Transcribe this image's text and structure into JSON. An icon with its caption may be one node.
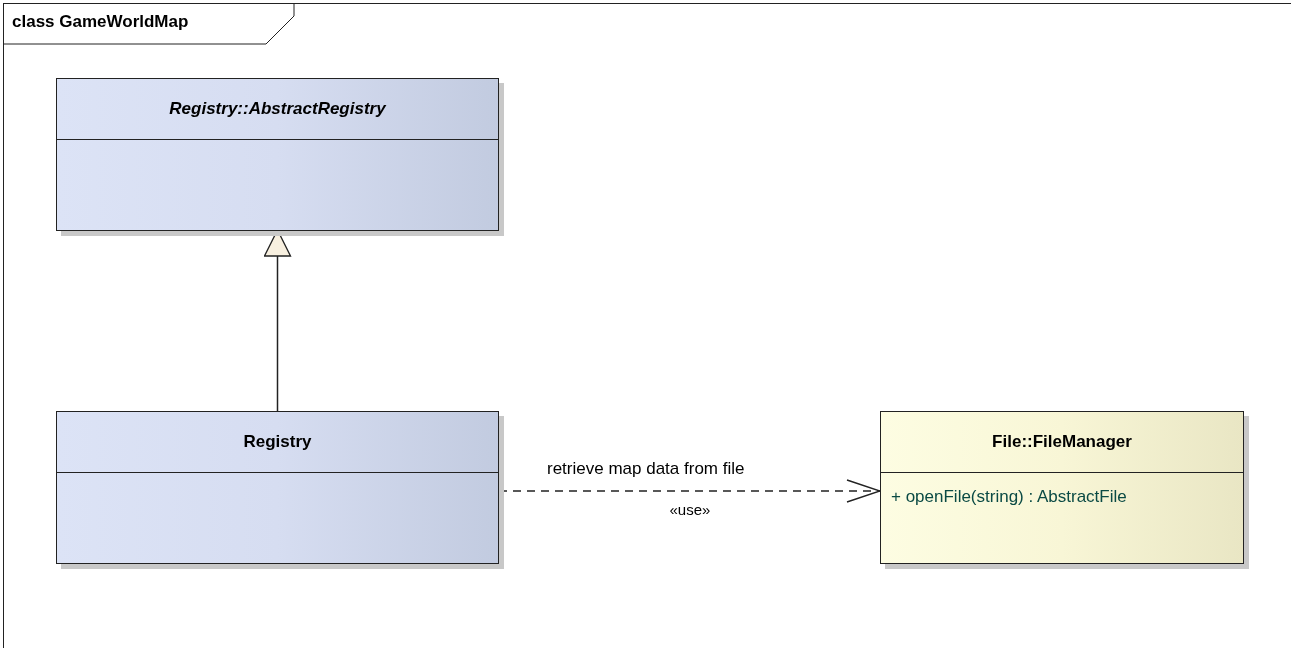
{
  "diagram": {
    "nodes": [
      {
        "text": [
          "class GameWorldMap"
        ]
      },
      {
        "text": [
          "Registry::AbstractRegistry"
        ],
        "in": 0
      },
      {
        "text": [
          "Registry"
        ],
        "in": 0
      },
      {
        "text": [
          "File::FileManager",
          "+ openFile(string) : AbstractFile"
        ],
        "in": 0
      }
    ],
    "edges": [
      {
        "from": 2,
        "to": 1,
        "arrow": "to"
      },
      {
        "from": 2,
        "to": 3,
        "arrow": "to",
        "style": "dashed",
        "label": "retrieve map data from file"
      }
    ],
    "labels": [
      "«use»"
    ]
  }
}
